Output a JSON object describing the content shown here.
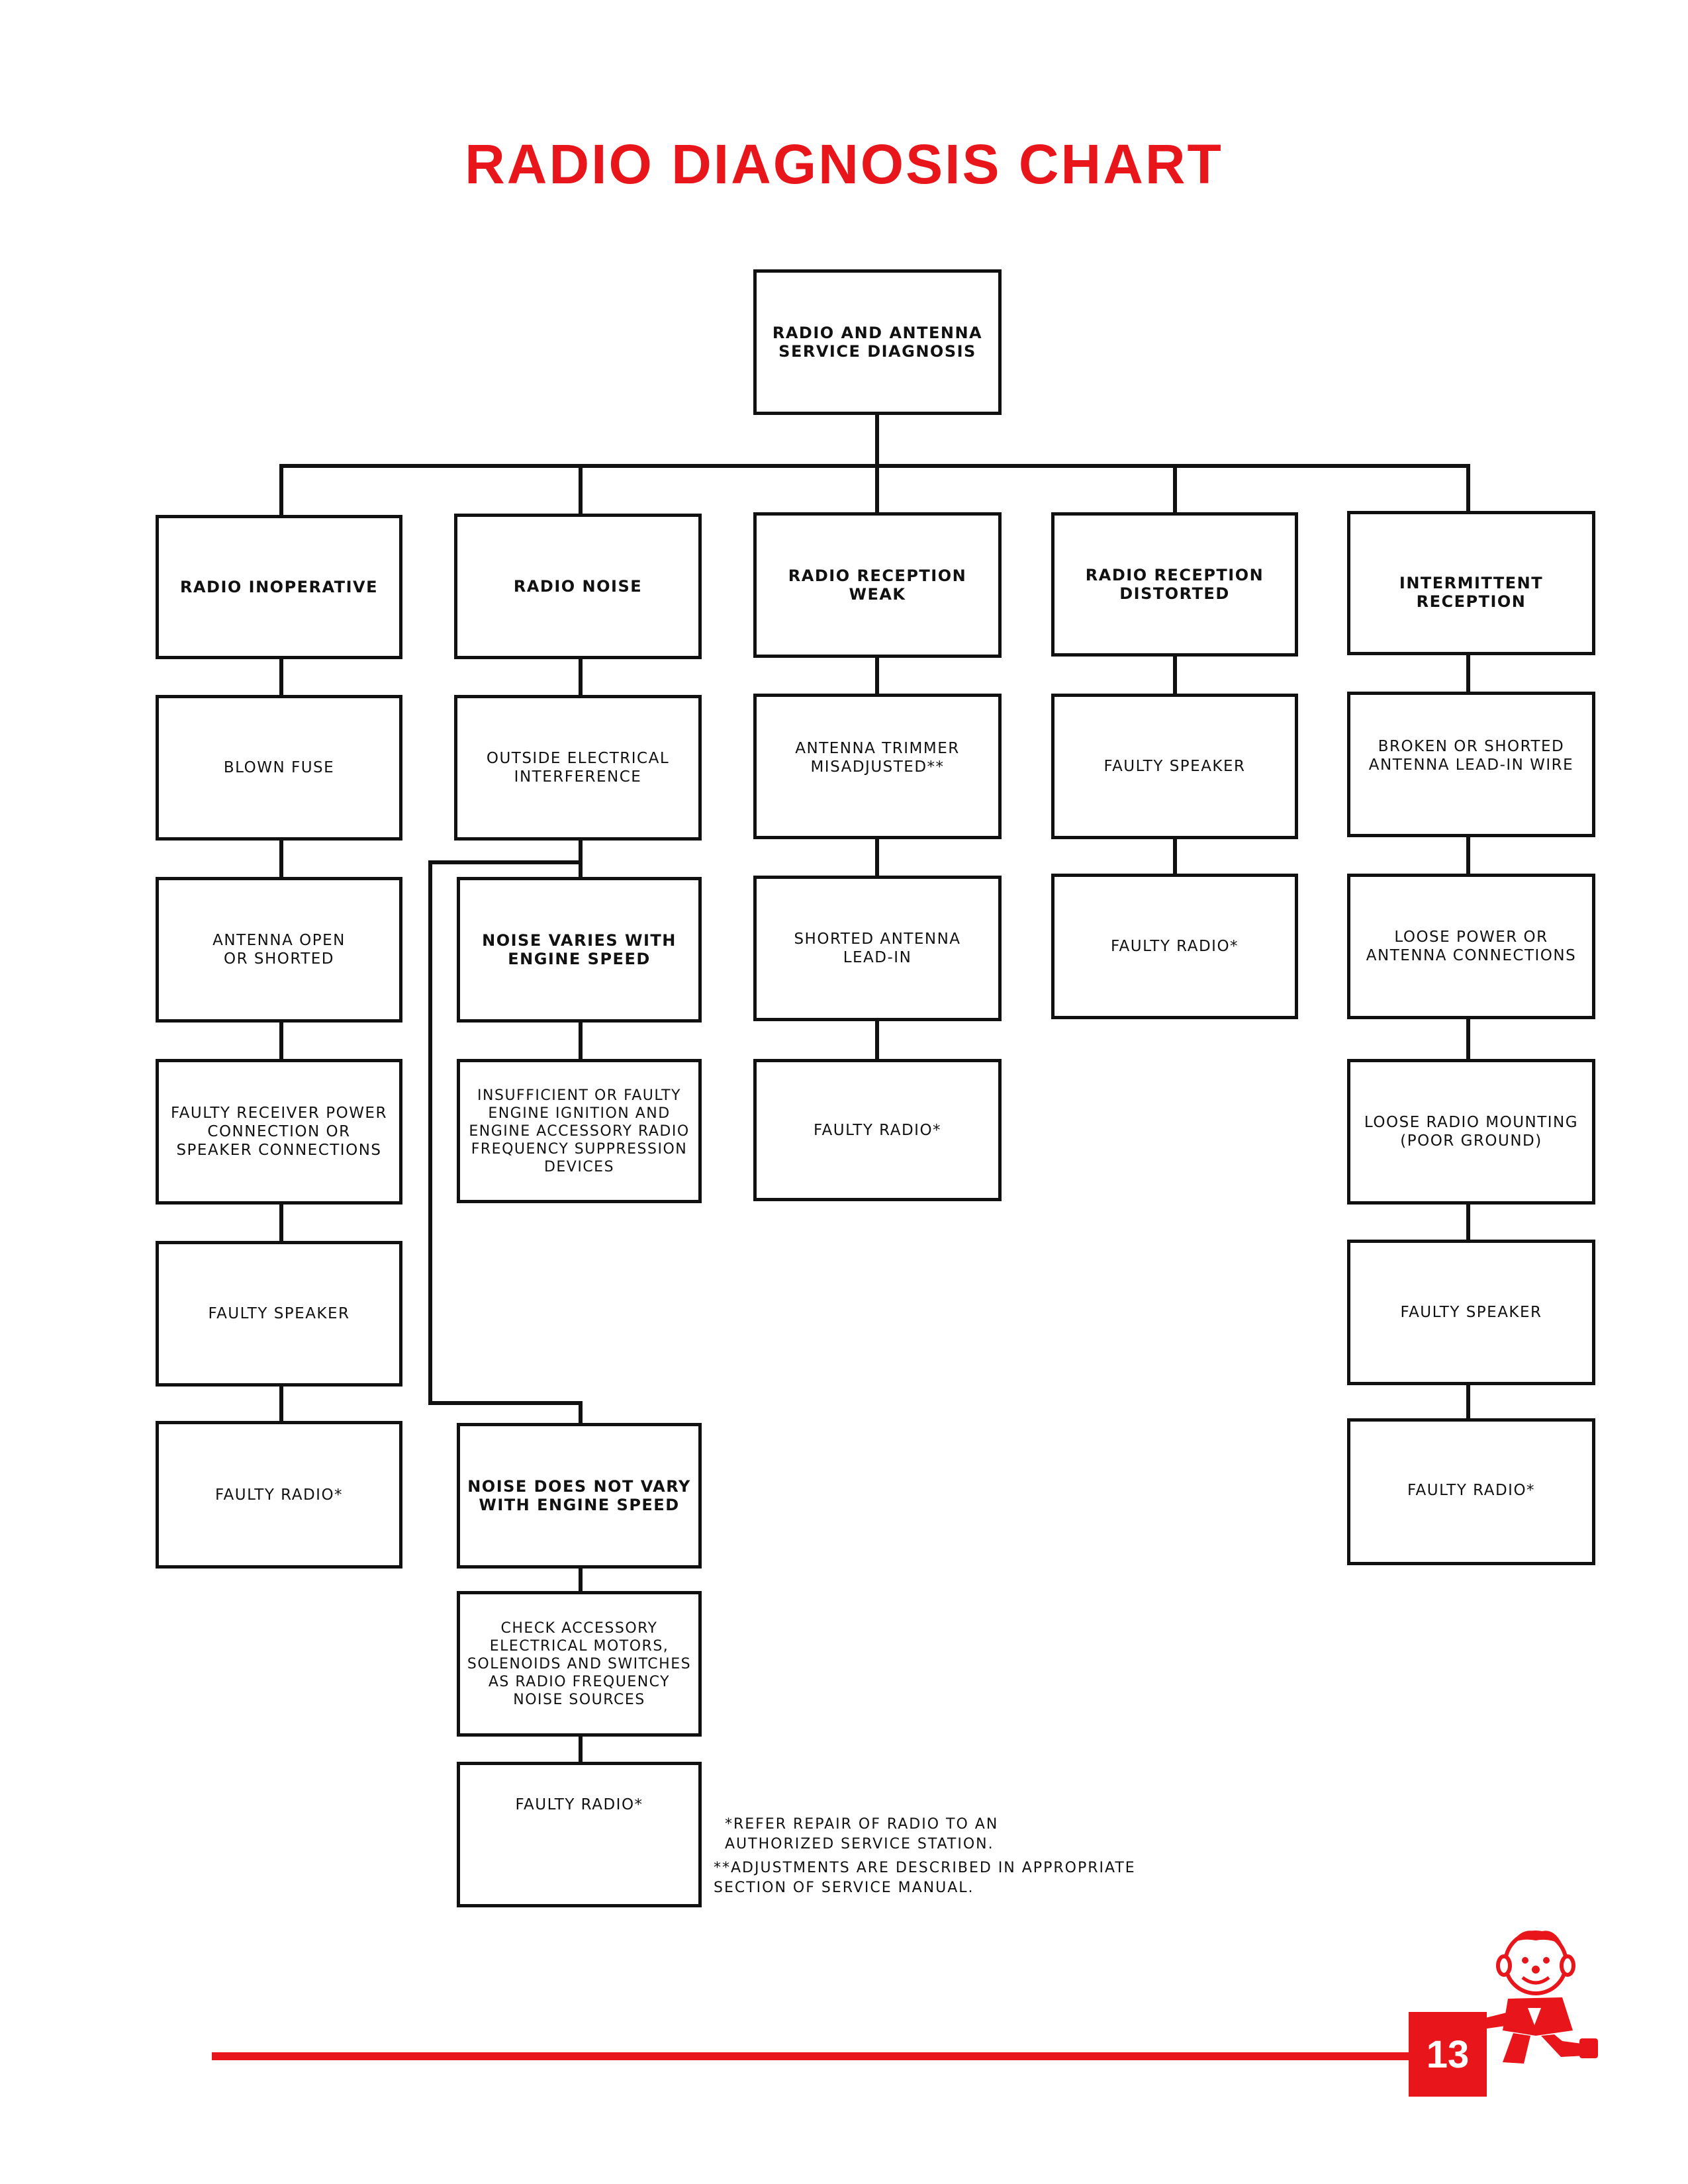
{
  "title": "RADIO DIAGNOSIS CHART",
  "root": "RADIO AND ANTENNA\nSERVICE DIAGNOSIS",
  "columns": [
    {
      "header": "RADIO INOPERATIVE",
      "steps": [
        "BLOWN FUSE",
        "ANTENNA  OPEN\nOR SHORTED",
        "FAULTY RECEIVER POWER\nCONNECTION OR\nSPEAKER CONNECTIONS",
        "FAULTY SPEAKER",
        "FAULTY  RADIO*"
      ]
    },
    {
      "header": "RADIO NOISE",
      "steps": [
        "OUTSIDE ELECTRICAL\nINTERFERENCE"
      ],
      "branch_a": {
        "header": "NOISE VARIES WITH\nENGINE SPEED",
        "steps": [
          "INSUFFICIENT OR FAULTY\nENGINE IGNITION AND\nENGINE ACCESSORY RADIO\nFREQUENCY SUPPRESSION\nDEVICES"
        ]
      },
      "branch_b": {
        "header": "NOISE DOES NOT VARY\nWITH ENGINE SPEED",
        "steps": [
          "CHECK ACCESSORY\nELECTRICAL MOTORS,\nSOLENOIDS AND SWITCHES\nAS RADIO FREQUENCY\nNOISE SOURCES",
          "FAULTY RADIO*"
        ]
      }
    },
    {
      "header": "RADIO RECEPTION WEAK",
      "steps": [
        "ANTENNA TRIMMER\nMISADJUSTED**",
        "SHORTED ANTENNA\nLEAD-IN",
        "FAULTY  RADIO*"
      ]
    },
    {
      "header": "RADIO RECEPTION\nDISTORTED",
      "steps": [
        "FAULTY SPEAKER",
        "FAULTY RADIO*"
      ]
    },
    {
      "header": "INTERMITTENT  RECEPTION",
      "steps": [
        "BROKEN OR SHORTED\nANTENNA LEAD-IN WIRE",
        "LOOSE  POWER OR\nANTENNA CONNECTIONS",
        "LOOSE RADIO MOUNTING\n(POOR GROUND)",
        "FAULTY SPEAKER",
        "FAULTY RADIO*"
      ]
    }
  ],
  "notes": {
    "note1": "*REFER REPAIR OF RADIO TO AN\n AUTHORIZED SERVICE STATION.",
    "note2": "**ADJUSTMENTS ARE DESCRIBED IN APPROPRIATE\n  SECTION OF SERVICE MANUAL."
  },
  "page_number": "13",
  "colors": {
    "accent": "#e8161b",
    "ink": "#111111"
  },
  "icons": {
    "mascot": "radio-repairman-mascot-icon"
  }
}
